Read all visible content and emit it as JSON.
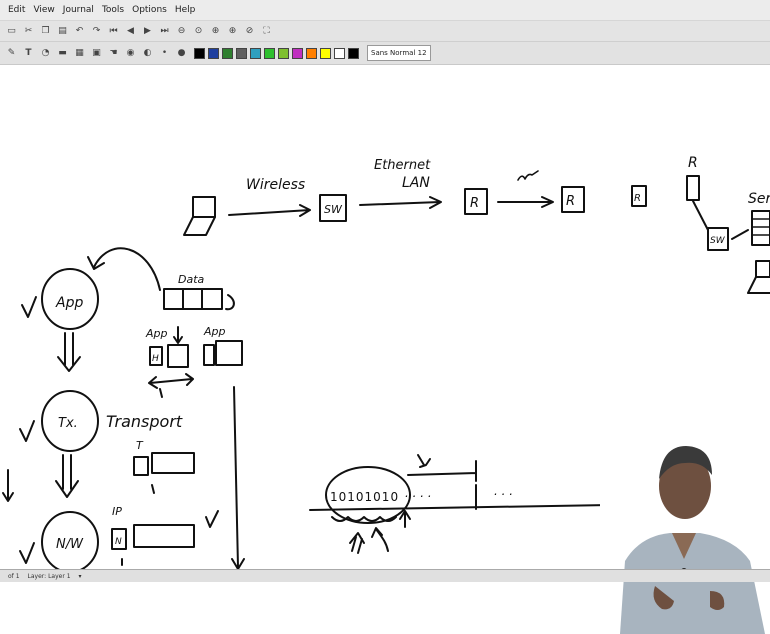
{
  "menu": {
    "items": [
      "Edit",
      "View",
      "Journal",
      "Tools",
      "Options",
      "Help"
    ]
  },
  "toolbar2": {
    "pen_colors": [
      "#000000",
      "#1f3f9f",
      "#2f7f2f",
      "#5f5f5f",
      "#2f9fbf",
      "#2fbf2f",
      "#7fbf2f",
      "#bf2fbf",
      "#ff7f00",
      "#ffff00",
      "#ffffff",
      "#000000"
    ],
    "font_label": "Sans Normal",
    "font_size": "12"
  },
  "status": {
    "page": "of 1",
    "layer": "Layer: Layer 1"
  },
  "drawing": {
    "wireless": "Wireless",
    "ethernet_line1": "Ethernet",
    "ethernet_line2": "LAN",
    "switch1": "SW",
    "router1": "R",
    "router2": "R",
    "router3": "R",
    "router4": "R",
    "switch2": "SW",
    "server_partial": "Ser",
    "data": "Data",
    "app_layer": "App",
    "app_left": "App",
    "app_right": "App",
    "h_box": "H",
    "transport_circle": "Tx.",
    "transport": "Transport",
    "t_label": "T",
    "nw_circle": "N/W",
    "ip": "IP",
    "n_box": "N",
    "bits": "10101010",
    "dots1": ". . . .",
    "dots2": ". . ."
  },
  "colors": {
    "ink": "#111111",
    "canvas": "#ffffff",
    "toolbar": "#e4e4e4"
  }
}
